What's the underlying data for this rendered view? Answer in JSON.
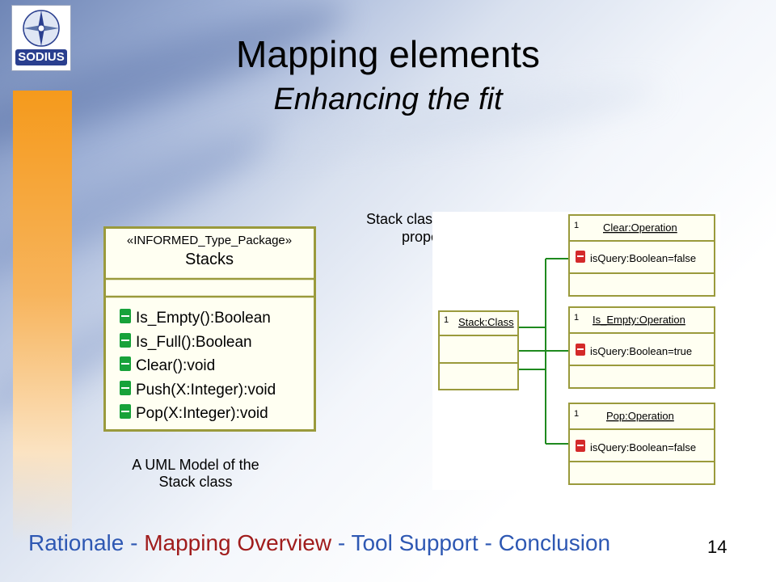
{
  "slide": {
    "title": "Mapping elements",
    "subtitle": "Enhancing the fit",
    "page_number": "14"
  },
  "logo": {
    "text": "SODIUS"
  },
  "left_diagram": {
    "stereotype": "«INFORMED_Type_Package»",
    "class_name": "Stacks",
    "operations": [
      "Is_Empty():Boolean",
      "Is_Full():Boolean",
      "Clear():void",
      "Push(X:Integer):void",
      "Pop(X:Integer):void"
    ],
    "caption_line1": "A UML Model of the",
    "caption_line2": "Stack class"
  },
  "right_diagram": {
    "caption_line1": "Stack class operations",
    "caption_line2": "properties",
    "stack": {
      "multiplicity": "1",
      "name": "Stack:Class"
    },
    "operations": [
      {
        "multiplicity": "1",
        "name": "Clear:Operation",
        "property": "isQuery:Boolean=false"
      },
      {
        "multiplicity": "1",
        "name": "Is_Empty:Operation",
        "property": "isQuery:Boolean=true"
      },
      {
        "multiplicity": "1",
        "name": "Pop:Operation",
        "property": "isQuery:Boolean=false"
      }
    ]
  },
  "footer": {
    "items": [
      "Rationale",
      "Mapping Overview",
      "Tool Support",
      "Conclusion"
    ],
    "separator": " - ",
    "active_index": 1
  },
  "colors": {
    "uml_border": "#9a9a3c",
    "uml_fill": "#fffff2",
    "connector": "#1f8a1f",
    "footer_nav": "#2e58b3",
    "footer_active": "#a01c1c",
    "accent_bar": "#f59a1c"
  }
}
